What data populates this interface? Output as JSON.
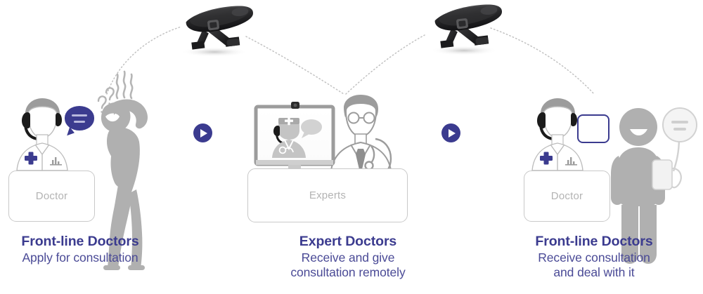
{
  "diagram": {
    "title": "Remote consultation workflow with drone-delivered device",
    "background": "#ffffff",
    "accent_color": "#3b3b8f",
    "figure_gray": "#b0b0b0",
    "outline_gray": "#c9c9c9",
    "label_gray": "#b3b3b3"
  },
  "steps": [
    {
      "id": "step-1",
      "title": "Front-line Doctors",
      "subtitle_lines": [
        "Apply for consultation"
      ],
      "desk_label": "Doctor",
      "icons": [
        "doctor-with-headset-icon",
        "speech-bubble-icon",
        "medical-cross-badge-icon",
        "worried-patient-icon",
        "question-marks-icon",
        "stress-steam-lines-icon"
      ]
    },
    {
      "id": "step-2",
      "title": "Expert Doctors",
      "subtitle_lines": [
        "Receive and give",
        "consultation remotely"
      ],
      "desk_label": "Experts",
      "icons": [
        "monitor-icon",
        "webcam-icon",
        "doctor-on-screen-icon",
        "expert-doctor-with-glasses-icon",
        "stethoscope-icon"
      ]
    },
    {
      "id": "step-3",
      "title": "Front-line Doctors",
      "subtitle_lines": [
        "Receive consultation",
        "and deal with it"
      ],
      "desk_label": "Doctor",
      "icons": [
        "doctor-with-headset-icon",
        "ecg-monitor-icon",
        "medical-cross-badge-icon",
        "happy-patient-icon",
        "blood-pressure-cuff-icon",
        "pressure-gauge-icon"
      ]
    }
  ],
  "connectors": [
    {
      "id": "arrow-1",
      "type": "play-button-icon",
      "label": ""
    },
    {
      "id": "arrow-2",
      "type": "play-button-icon",
      "label": ""
    }
  ],
  "drones": [
    {
      "id": "drone-1",
      "name": "drone-device-photo"
    },
    {
      "id": "drone-2",
      "name": "drone-device-photo"
    }
  ],
  "flight_paths": [
    {
      "id": "path-1",
      "name": "dotted-flight-arc"
    },
    {
      "id": "path-2",
      "name": "dotted-flight-arc"
    },
    {
      "id": "path-3",
      "name": "dotted-flight-arc"
    },
    {
      "id": "path-4",
      "name": "dotted-flight-arc"
    }
  ]
}
